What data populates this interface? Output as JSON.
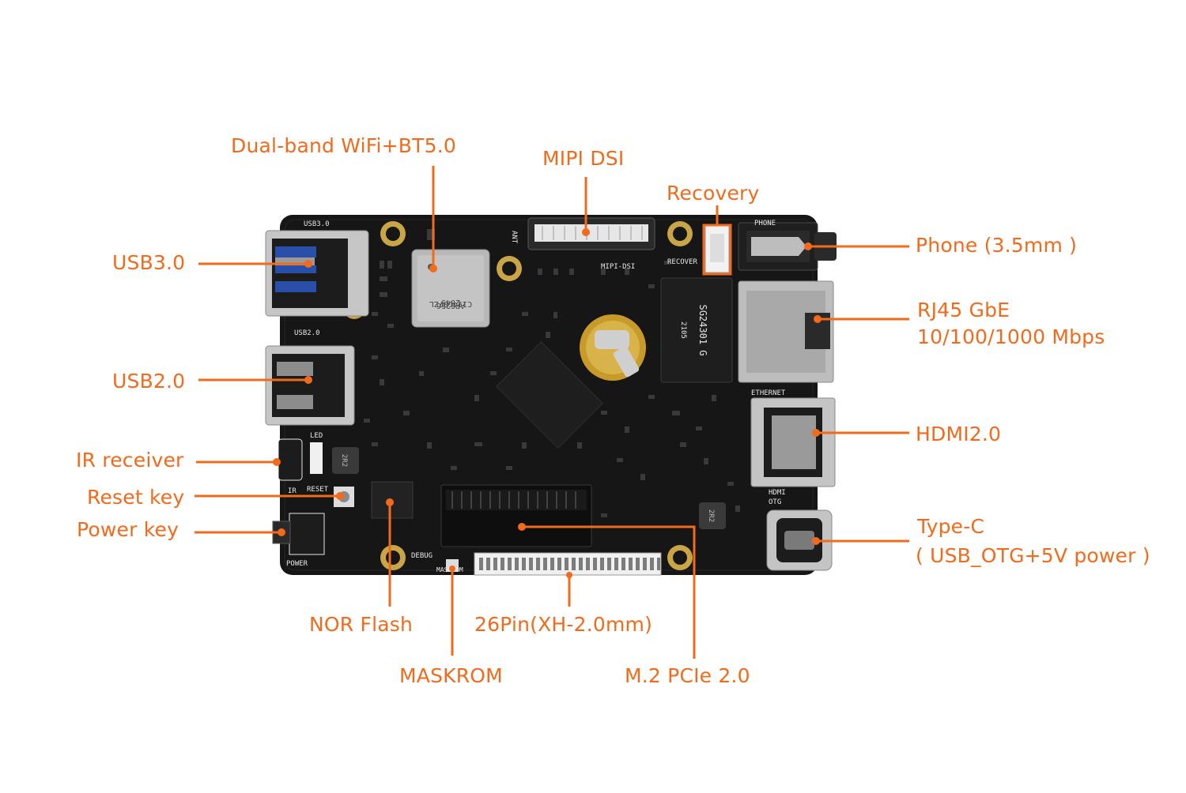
{
  "accent_color": "#f26a1b",
  "board_color": "#161616",
  "labels": {
    "wifi": "Dual-band WiFi+BT5.0",
    "mipi": "MIPI DSI",
    "recovery": "Recovery",
    "usb3": "USB3.0",
    "usb2": "USB2.0",
    "ir": "IR receiver",
    "reset": "Reset key",
    "power": "Power key",
    "phone": "Phone (3.5mm )",
    "rj45_line1": "RJ45 GbE",
    "rj45_line2": "10/100/1000 Mbps",
    "hdmi": "HDMI2.0",
    "typec_line1": "Type-C",
    "typec_line2": "( USB_OTG+5V power )",
    "nor": "NOR Flash",
    "pin": "26Pin(XH-2.0mm)",
    "maskrom": "MASKROM",
    "m2": "M.2 PCIe 2.0"
  },
  "silkscreen": {
    "usb3": "USB3.0",
    "usb2": "USB2.0",
    "mipi": "MIPI-DSI",
    "recover": "RECOVER",
    "phone": "PHONE",
    "ethernet": "ETHERNET",
    "hdmi": "HDMI",
    "otg": "OTG",
    "power": "POWER",
    "reset": "RESET",
    "ir": "IR",
    "led": "LED",
    "ant": "ANT",
    "debug": "DEBUG",
    "maskrom": "MASKROM",
    "wifi_chip": [
      "AP6256",
      "C114C07ZL",
      "2049"
    ],
    "lan_chip": [
      "SG24301 G",
      "2105"
    ],
    "inductor": "2R2"
  }
}
